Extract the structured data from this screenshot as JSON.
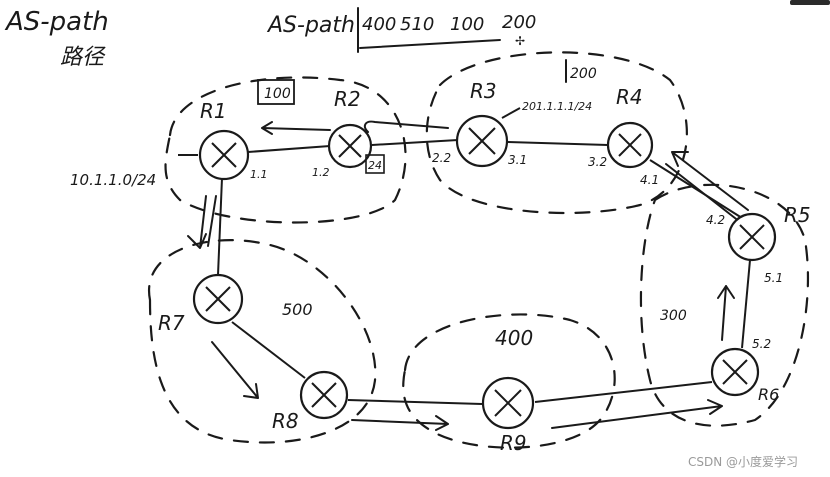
{
  "title": {
    "line1": "AS-path",
    "line2": "路径"
  },
  "as_path_note": {
    "label": "AS-path",
    "values": [
      "400",
      "510",
      "100",
      "200"
    ]
  },
  "routers": [
    {
      "id": "R1",
      "label": "R1"
    },
    {
      "id": "R2",
      "label": "R2"
    },
    {
      "id": "R3",
      "label": "R3"
    },
    {
      "id": "R4",
      "label": "R4"
    },
    {
      "id": "R5",
      "label": "R5"
    },
    {
      "id": "R6",
      "label": "R6"
    },
    {
      "id": "R7",
      "label": "R7"
    },
    {
      "id": "R8",
      "label": "R8"
    },
    {
      "id": "R9",
      "label": "R9"
    }
  ],
  "interfaces": {
    "r1": "1.1",
    "r2": "1.2",
    "r3_left": "2.2",
    "r3_right": "3.1",
    "r4_left": "3.2",
    "r4_right": "4.1",
    "r5_left": "4.2",
    "r5_bottom": "5.1",
    "r6_top": "5.2"
  },
  "prefixes": {
    "r1": "10.1.1.0/24",
    "r3": "201.1.1.1/24",
    "r2_box": "24"
  },
  "as_numbers": {
    "as100": "100",
    "as200": "200",
    "as300": "300",
    "as400": "400",
    "as500": "500"
  },
  "watermark": "CSDN @小度爱学习",
  "colors": {
    "ink": "#1a1a1a",
    "paper": "#ffffff",
    "watermark": "#9a9a9a"
  }
}
